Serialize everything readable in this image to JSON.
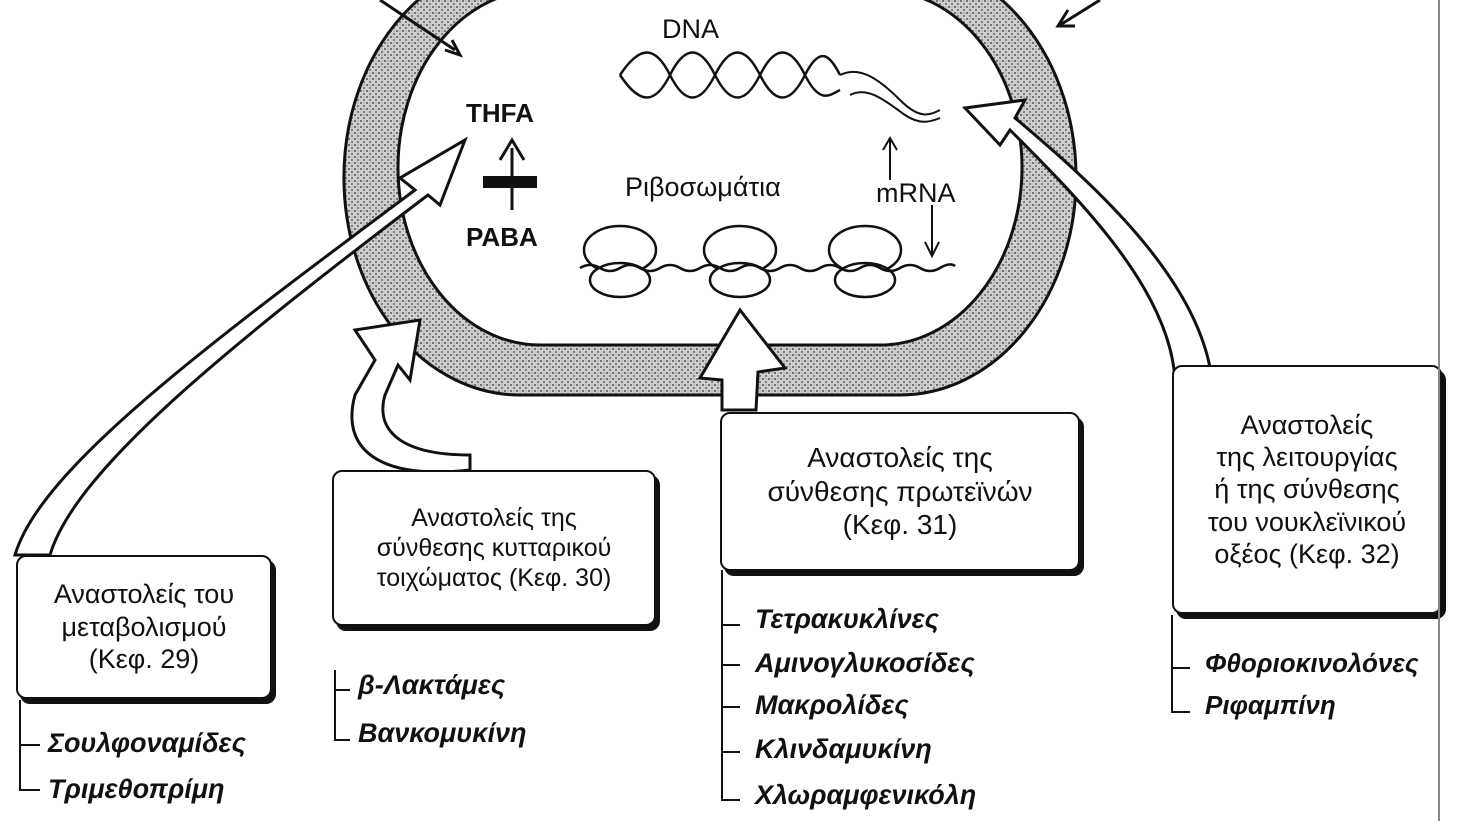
{
  "cell": {
    "dna_label": "DNA",
    "thfa_label": "THFA",
    "paba_label": "PABA",
    "ribosomes_label": "Ριβοσωμάτια",
    "mrna_label": "mRNA"
  },
  "groups": {
    "metabolism": {
      "lines": [
        "Αναστολείς του",
        "μεταβολισμού",
        "(Κεφ. 29)"
      ],
      "drugs": [
        "Σουλφοναμίδες",
        "Τριμεθοπρίμη"
      ]
    },
    "cell_wall": {
      "lines": [
        "Αναστολείς της",
        "σύνθεσης κυτταρικού",
        "τοιχώματος (Κεφ. 30)"
      ],
      "drugs": [
        "β-Λακτάμες",
        "Βανκομυκίνη"
      ]
    },
    "protein": {
      "lines": [
        "Αναστολείς της",
        "σύνθεσης πρωτεϊνών",
        "(Κεφ. 31)"
      ],
      "drugs": [
        "Τετρακυκλίνες",
        "Αμινογλυκοσίδες",
        "Μακρολίδες",
        "Κλινδαμυκίνη",
        "Χλωραμφενικόλη"
      ]
    },
    "nucleic_acid": {
      "lines": [
        "Αναστολείς",
        "της λειτουργίας",
        "ή της σύνθεσης",
        "του νουκλεϊνικού",
        "οξέος (Κεφ. 32)"
      ],
      "drugs": [
        "Φθοριοκινολόνες",
        "Ριφαμπίνη"
      ]
    }
  }
}
